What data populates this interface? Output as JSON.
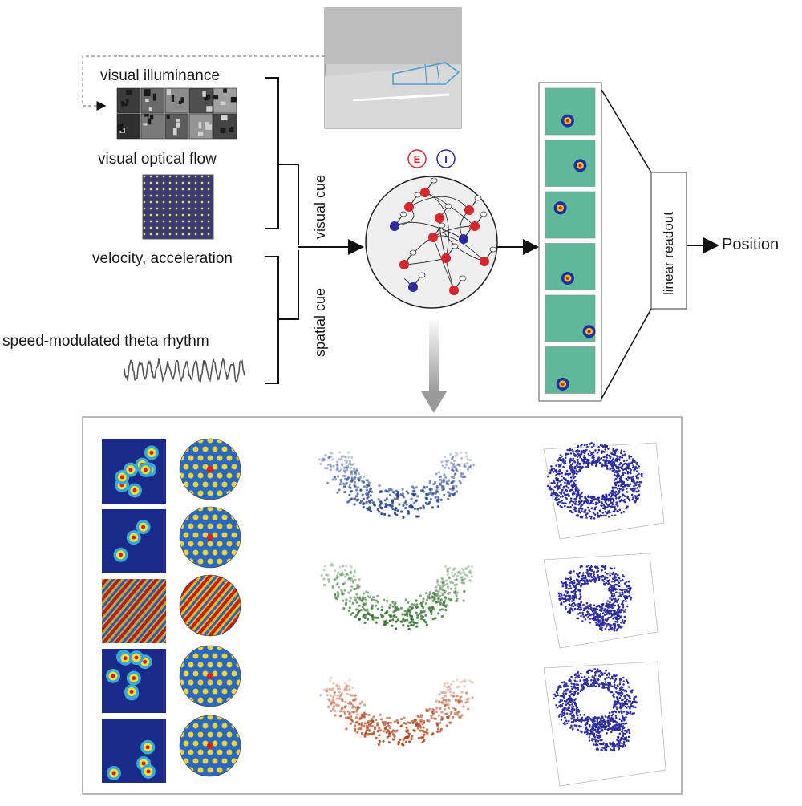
{
  "inputs": {
    "visual_illuminance": "visual illuminance",
    "visual_optical_flow": "visual optical flow",
    "velocity_acceleration": "velocity, acceleration",
    "theta_rhythm": "speed-modulated theta rhythm"
  },
  "cues": {
    "visual": "visual cue",
    "spatial": "spatial cue"
  },
  "network": {
    "excitatory_letter": "E",
    "inhibitory_letter": "I",
    "excitatory_color": "#d9262a",
    "inhibitory_color": "#2a2aa0"
  },
  "readout": {
    "label": "linear readout",
    "output": "Position"
  },
  "colors": {
    "place_field_bg": "#5fb89a",
    "umap_blue": "#1f3f8a",
    "umap_green": "#2f6e2a",
    "umap_orange": "#b0441a",
    "torus": "#2e2fa0"
  }
}
